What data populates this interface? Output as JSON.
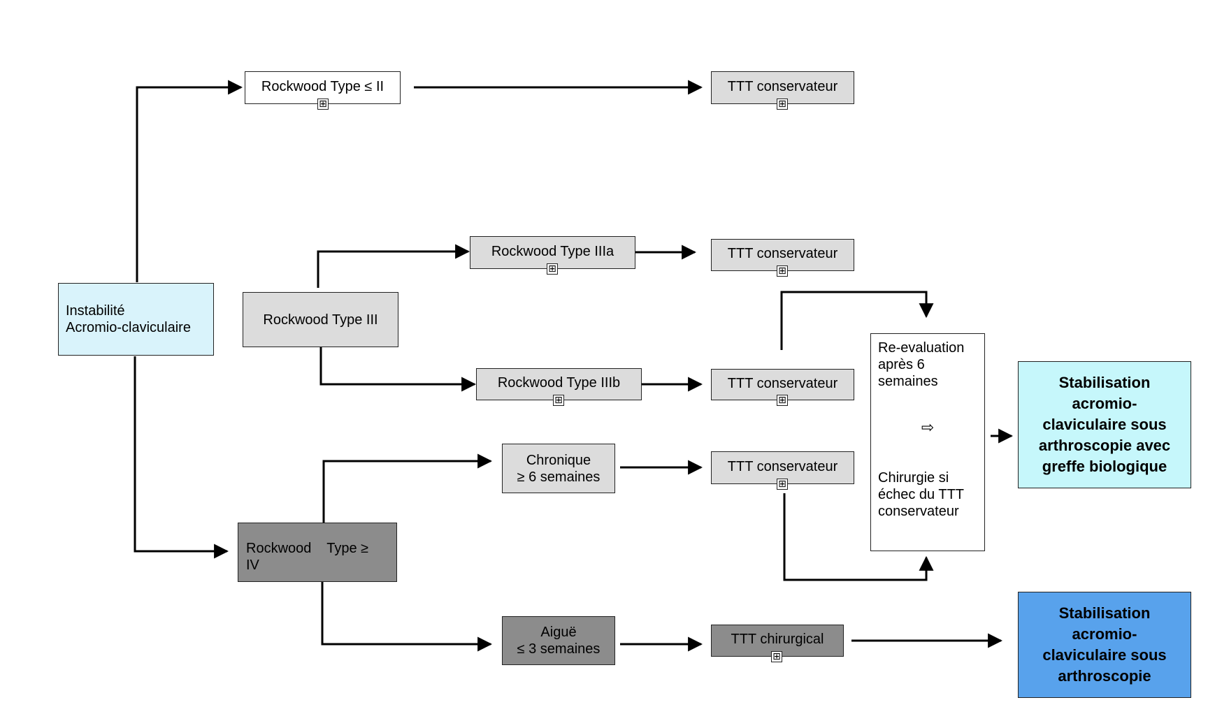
{
  "nodes": {
    "instability": "Instabilité\nAcromio-claviculaire",
    "type_le_2": "Rockwood Type ≤ II",
    "ttt_cons_1": "TTT conservateur",
    "type_3": "Rockwood Type III",
    "type_3a": "Rockwood Type IIIa",
    "ttt_cons_2": "TTT conservateur",
    "type_3b": "Rockwood Type IIIb",
    "ttt_cons_3": "TTT conservateur",
    "chronic": "Chronique\n≥ 6 semaines",
    "ttt_cons_4": "TTT conservateur",
    "type_ge_4": "Rockwood    Type ≥\nIV",
    "acute": "Aiguë\n≤ 3 semaines",
    "ttt_chir": "TTT chirurgical",
    "reeval_top": "Re-evaluation\naprès 6\nsemaines",
    "reeval_arrow": "⇨",
    "reeval_bottom": "Chirurgie si\néchec du TTT\nconservateur",
    "stab_graft": "Stabilisation\nacromio-\nclaviculaire sous\narthroscopie avec\ngreffe biologique",
    "stab": "Stabilisation\nacromio-\nclaviculaire sous\narthroscopie"
  },
  "expand_marker": "⊞",
  "colors": {
    "white": "#ffffff",
    "light_gray": "#dcdcdc",
    "dark_gray": "#8c8c8c",
    "light_cyan": "#d9f3fb",
    "aqua": "#c6f7fb",
    "blue": "#58a2ec"
  }
}
